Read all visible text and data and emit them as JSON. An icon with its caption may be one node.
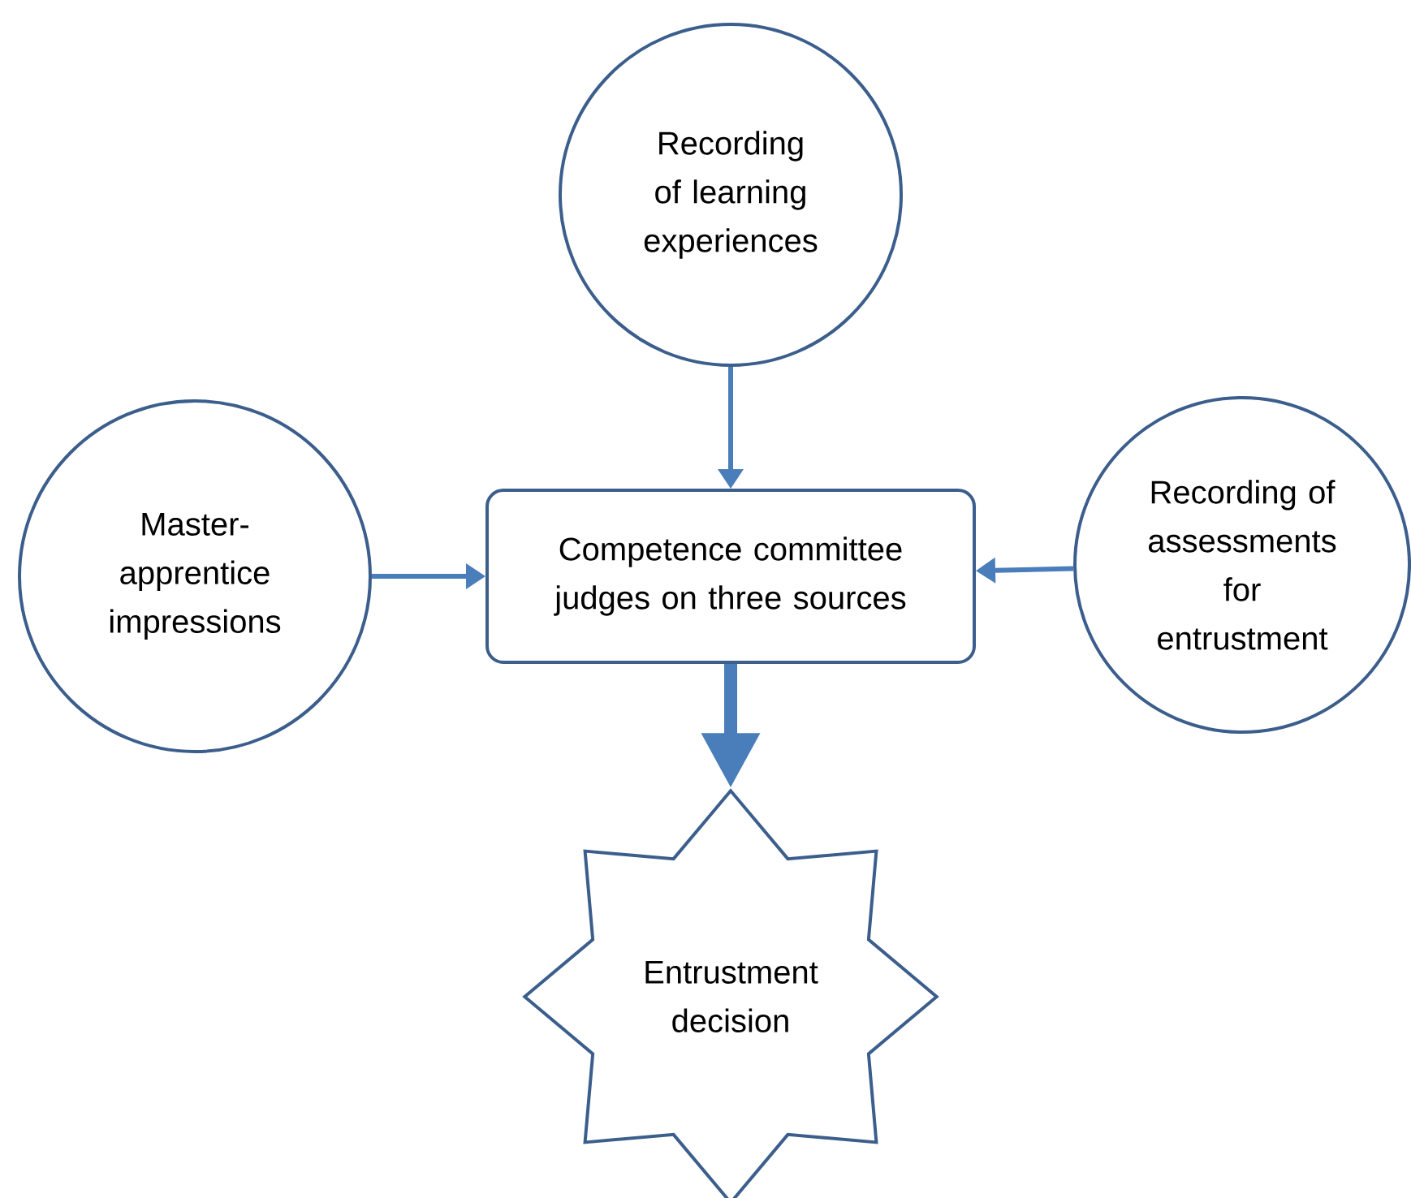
{
  "diagram": {
    "nodes": [
      {
        "text": [
          "Recording of learning experiences"
        ]
      },
      {
        "text": [
          "Master-apprentice impressions"
        ]
      },
      {
        "text": [
          "Competence committee judges on three sources"
        ]
      },
      {
        "text": [
          "Recording of assessments for entrustment"
        ]
      },
      {
        "text": [
          "Entrustment decision"
        ]
      }
    ],
    "edges": [
      {
        "from": 0,
        "to": 2,
        "arrow": "to"
      },
      {
        "from": 1,
        "to": 2,
        "arrow": "to"
      },
      {
        "from": 3,
        "to": 2,
        "arrow": "to"
      },
      {
        "from": 2,
        "to": 4,
        "arrow": "to",
        "style": "thick"
      }
    ]
  }
}
